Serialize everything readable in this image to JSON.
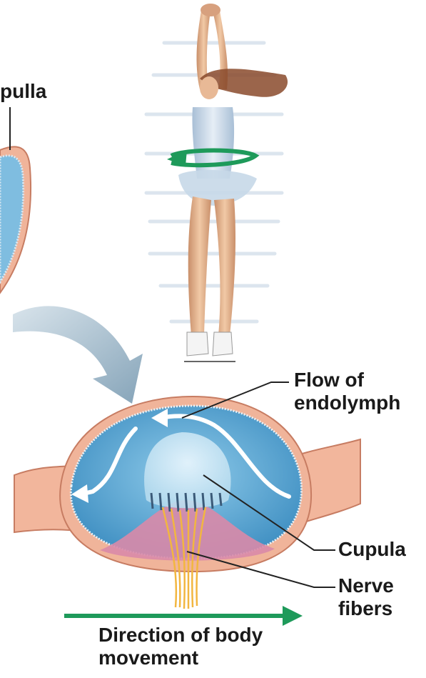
{
  "labels": {
    "ampulla": "pulla",
    "flow_line1": "Flow of",
    "flow_line2": "endolymph",
    "cupula": "Cupula",
    "nerve_line1": "Nerve",
    "nerve_line2": "fibers",
    "direction_line1": "Direction of body",
    "direction_line2": "movement"
  },
  "colors": {
    "endolymph_blue": "#5ea9d4",
    "ampulla_wall": "#e8a38a",
    "movement_arrow": "#1e9a5a",
    "nerve_fibers": "#f2b640",
    "big_arrow": "#8fb0c4"
  }
}
